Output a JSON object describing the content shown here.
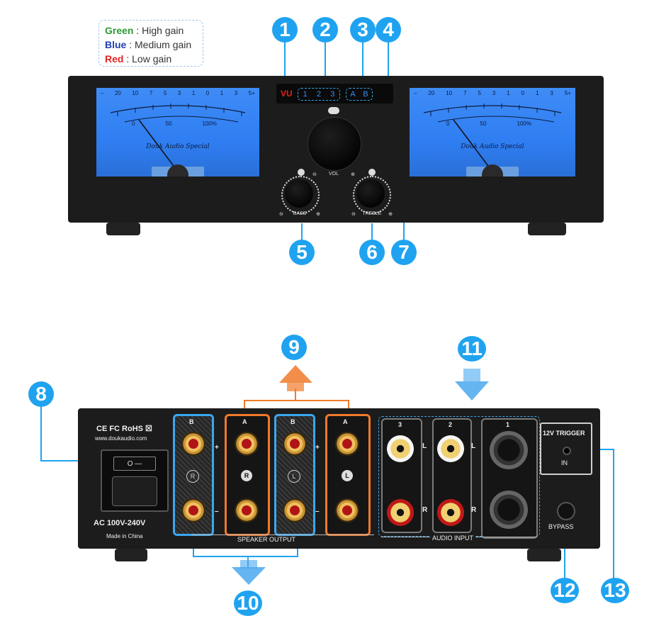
{
  "legend": {
    "items": [
      {
        "color_word": "Green",
        "text": ": High gain",
        "color": "#2e9a36"
      },
      {
        "color_word": "Blue",
        "text": ": Medium gain",
        "color": "#1f3fb0"
      },
      {
        "color_word": "Red",
        "text": ": Low gain",
        "color": "#e22424"
      }
    ]
  },
  "callouts": [
    "1",
    "2",
    "3",
    "4",
    "5",
    "6",
    "7",
    "8",
    "9",
    "10",
    "11",
    "12",
    "13"
  ],
  "front": {
    "display": {
      "vu": "VU",
      "inputs": [
        "1",
        "2",
        "3"
      ],
      "outputs": [
        "A",
        "B"
      ]
    },
    "meter": {
      "scale": [
        "–",
        "20",
        "10",
        "7",
        "5",
        "3",
        "1",
        "0",
        "1",
        "3",
        "5+"
      ],
      "percent_scale": [
        "0",
        "50",
        "100%"
      ],
      "brand": "Douk Audio Special"
    },
    "knobs": {
      "vol_label": "VOL",
      "bass_label": "BASS",
      "treble_label": "TREBLE",
      "minus": "⊖",
      "plus": "⊕"
    }
  },
  "rear": {
    "certs": "CE FC RoHS ☒",
    "website": "www.doukaudio.com",
    "power_switch": "O —",
    "ac_label": "AC 100V-240V",
    "made_in": "Made in China",
    "speaker_labels": [
      "B",
      "A",
      "B",
      "A"
    ],
    "channel_labels": [
      "R",
      "R",
      "L",
      "L"
    ],
    "speaker_output_label": "SPEAKER OUTPUT",
    "audio_input_label": "AUDIO INPUT",
    "input_numbers": [
      "3",
      "2",
      "1"
    ],
    "lr": [
      "L",
      "R",
      "L",
      "R"
    ],
    "trigger_label": "12V TRIGGER",
    "trigger_in": "IN",
    "bypass_label": "BYPASS",
    "plus": "+",
    "minus": "–"
  },
  "colors": {
    "accent_blue": "#1fa3f0",
    "highlight_orange": "#f07a2a",
    "meter_blue": "#2f7ef2"
  }
}
